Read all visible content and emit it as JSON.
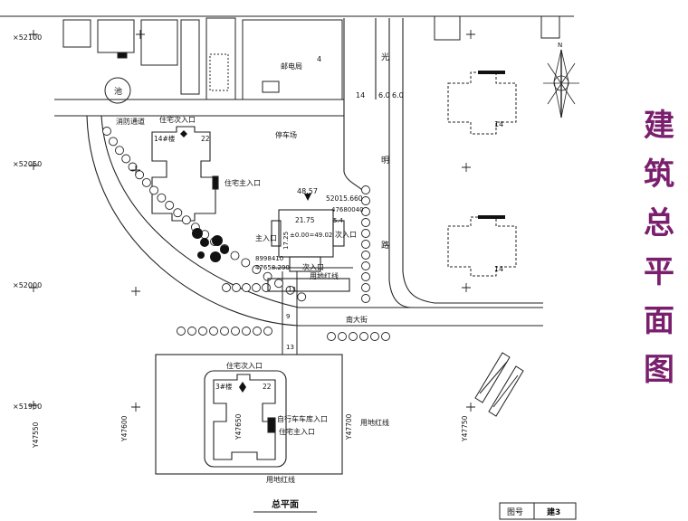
{
  "slide_title_chars": [
    "建",
    "筑",
    "总",
    "平",
    "面",
    "图"
  ],
  "grid": {
    "y_labels": [
      "×52100",
      "×52050",
      "×52000",
      "×51950"
    ],
    "x_labels": [
      "Y47550",
      "Y47600",
      "Y47650",
      "Y47700",
      "Y47750"
    ]
  },
  "labels": {
    "pond": "池",
    "power_bureau": "邮电局",
    "power_bureau_num": "4",
    "guang": "光",
    "ming": "明",
    "lu": "路",
    "road_dims": [
      "14",
      "6.0",
      "6.0"
    ],
    "fire_lane": "消防通道",
    "north_secondary_entrance": "住宅次入口",
    "building_14": "14#楼",
    "building_14_num": "22",
    "parking": "停车场",
    "main_entrance_upper": "住宅主入口",
    "level": "48.57",
    "coord_a": "52015.660",
    "coord_b": "47680040",
    "dim_width": "21.75",
    "dim_height": "17.25",
    "floor_level": "±0.00=49.02",
    "dim_right": "5.4",
    "main_entry": "主入口",
    "secondary_entry_r": "次入口",
    "coord_c": "8998410",
    "coord_d": "47658.290",
    "secondary_entry_b": "次入口",
    "redline_upper": "用地红线",
    "dim_13a": "13",
    "dim_9": "9",
    "dim_13b": "13",
    "south_street": "南大街",
    "lower_secondary_entrance": "住宅次入口",
    "building_3": "3#楼",
    "building_3_num": "22",
    "bike_garage": "自行车车库入口",
    "lower_main_entrance": "住宅主入口",
    "redline_right": "用地红线",
    "redline_bottom": "用地红线",
    "neighbor_num_1": "14",
    "neighbor_num_2": "14",
    "north_letter": "N"
  },
  "caption": "总平面",
  "title_block": {
    "label": "图号",
    "value": "建3"
  }
}
